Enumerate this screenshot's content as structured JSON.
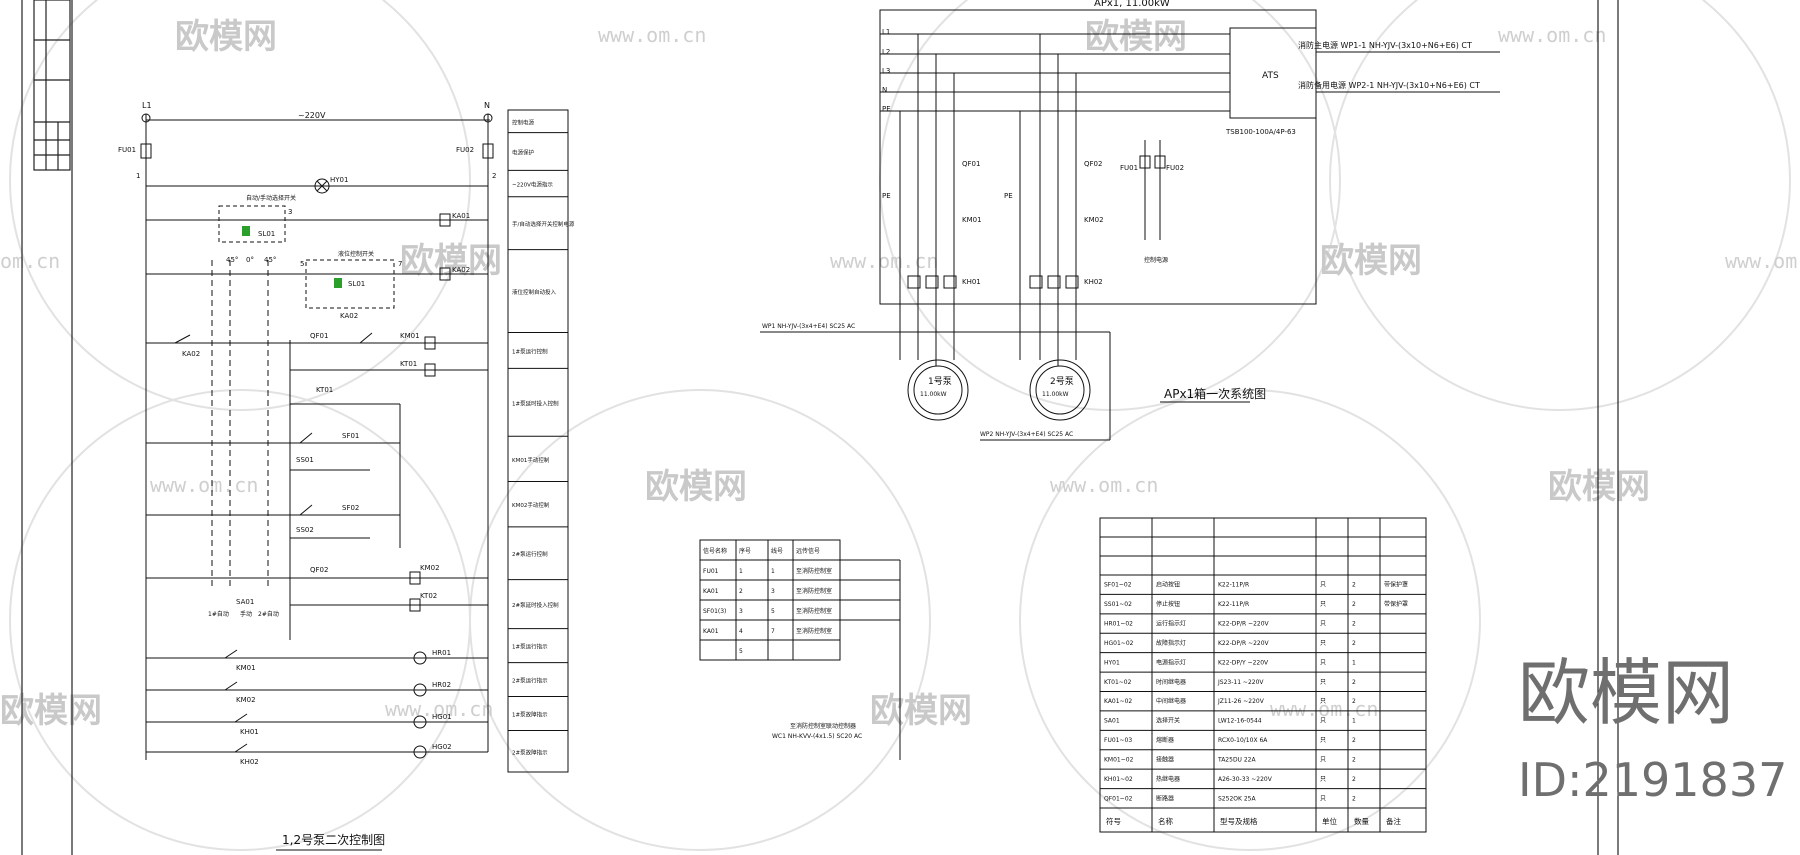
{
  "watermark": {
    "brand": "欧模网",
    "url": "www.om.cn",
    "url_partial": "om.cn",
    "id_text": "ID:2191837"
  },
  "control_diagram": {
    "title": "1,2号泵二次控制图",
    "supply_left": "L1",
    "supply_right": "N",
    "voltage": "~220V",
    "fuse_left": "FU01",
    "fuse_right": "FU02",
    "node_left": "1",
    "node_right": "2",
    "lamp_power": "HY01",
    "selector_switch_label": "自动/手动选择开关",
    "selector_switch": "SL01",
    "selector_terminal": "3",
    "level_switch_label": "液位控制开关",
    "level_switch": "SL01",
    "relay_ka01": "KA01",
    "relay_ka02": "KA02",
    "pos_45a": "45°",
    "pos_0": "0°",
    "pos_45b": "45°",
    "terminal_5": "5",
    "terminal_7": "7",
    "contact_ka02": "KA02",
    "qf01": "QF01",
    "km01": "KM01",
    "kt01": "KT01",
    "qf02": "QF02",
    "km02": "KM02",
    "kt02": "KT02",
    "sf01": "SF01",
    "ss01": "SS01",
    "sf02": "SF02",
    "ss02": "SS02",
    "sa01": "SA01",
    "hand_label": "手动",
    "auto1_label": "1#自动",
    "auto2_label": "2#自动",
    "hr01": "HR01",
    "hr02": "HR02",
    "hg01": "HG01",
    "hg02": "HG02",
    "kh01": "KH01",
    "kh02": "KH02",
    "legend": [
      "控制电源",
      "电源保护",
      "~220V电源指示",
      "手/自动选择开关控制电源",
      "液位控制自动投入",
      "1#泵运行控制",
      "1#泵延时投入控制",
      "KM01手动控制",
      "KM02手动控制",
      "2#泵运行控制",
      "2#泵延时投入控制",
      "1#泵运行指示",
      "2#泵运行指示",
      "1#泵故障指示",
      "2#泵故障指示"
    ]
  },
  "primary_diagram": {
    "header": "APx1, 11.00kW",
    "bus": [
      "L1",
      "L2",
      "L3",
      "N",
      "PE"
    ],
    "ats": "ATS",
    "ats_model": "TSB100-100A/4P-63",
    "feeder1": "消防主电源 WP1-1 NH-YJV-(3x10+N6+E6) CT",
    "feeder2": "消防备用电源 WP2-1 NH-YJV-(3x10+N6+E6) CT",
    "qf01": "QF01",
    "qf02": "QF02",
    "km01": "KM01",
    "km02": "KM02",
    "kh01": "KH01",
    "kh02": "KH02",
    "fu01": "FU01",
    "fu02": "FU02",
    "pe": "PE",
    "control_note": "控制电源",
    "cable_wp1": "WP1 NH-YJV-(3x4+E4) SC25 AC",
    "cable_wp2": "WP2 NH-YJV-(3x4+E4) SC25 AC",
    "motor1": "1号泵",
    "motor1_power": "11.00kW",
    "motor2": "2号泵",
    "motor2_power": "11.00kW",
    "title": "APx1箱一次系统图"
  },
  "terminal_table": {
    "header": [
      "信号名称",
      "序号",
      "线号",
      "远传信号"
    ],
    "rows": [
      [
        "FU01",
        "1",
        "1",
        "至消防控制室"
      ],
      [
        "KA01",
        "2",
        "3",
        "至消防控制室"
      ],
      [
        "SF01(3)",
        "3",
        "5",
        "至消防控制室"
      ],
      [
        "KA01",
        "4",
        "7",
        "至消防控制室"
      ],
      [
        "",
        "5",
        "",
        ""
      ]
    ],
    "cable_note": "至消防控制室联动控制器",
    "cable": "WC1 NH-KVV-(4x1.5) SC20 AC"
  },
  "bom_table": {
    "rows": [
      [
        "SF01~02",
        "启动按钮",
        "K22-11P/R",
        "只",
        "2",
        "带保护罩"
      ],
      [
        "SS01~02",
        "停止按钮",
        "K22-11P/R",
        "只",
        "2",
        "带保护罩"
      ],
      [
        "HR01~02",
        "运行指示灯",
        "K22-DP/R ~220V",
        "只",
        "2",
        ""
      ],
      [
        "HG01~02",
        "故障指示灯",
        "K22-DP/R ~220V",
        "只",
        "2",
        ""
      ],
      [
        "HY01",
        "电源指示灯",
        "K22-DP/Y ~220V",
        "只",
        "1",
        ""
      ],
      [
        "KT01~02",
        "时间继电器",
        "JS23-11 ~220V",
        "只",
        "2",
        ""
      ],
      [
        "KA01~02",
        "中间继电器",
        "JZ11-26 ~220V",
        "只",
        "2",
        ""
      ],
      [
        "SA01",
        "选择开关",
        "LW12-16-0544",
        "只",
        "1",
        ""
      ],
      [
        "FU01~03",
        "熔断器",
        "RCX0-10/10X 6A",
        "只",
        "2",
        ""
      ],
      [
        "KM01~02",
        "接触器",
        "TA25DU 22A",
        "只",
        "2",
        ""
      ],
      [
        "KH01~02",
        "热继电器",
        "A26-30-33 ~220V",
        "只",
        "2",
        ""
      ],
      [
        "QF01~02",
        "断路器",
        "S252OK 25A",
        "只",
        "2",
        ""
      ]
    ],
    "footer": [
      "符号",
      "名称",
      "型号及规格",
      "单位",
      "数量",
      "备注"
    ]
  }
}
